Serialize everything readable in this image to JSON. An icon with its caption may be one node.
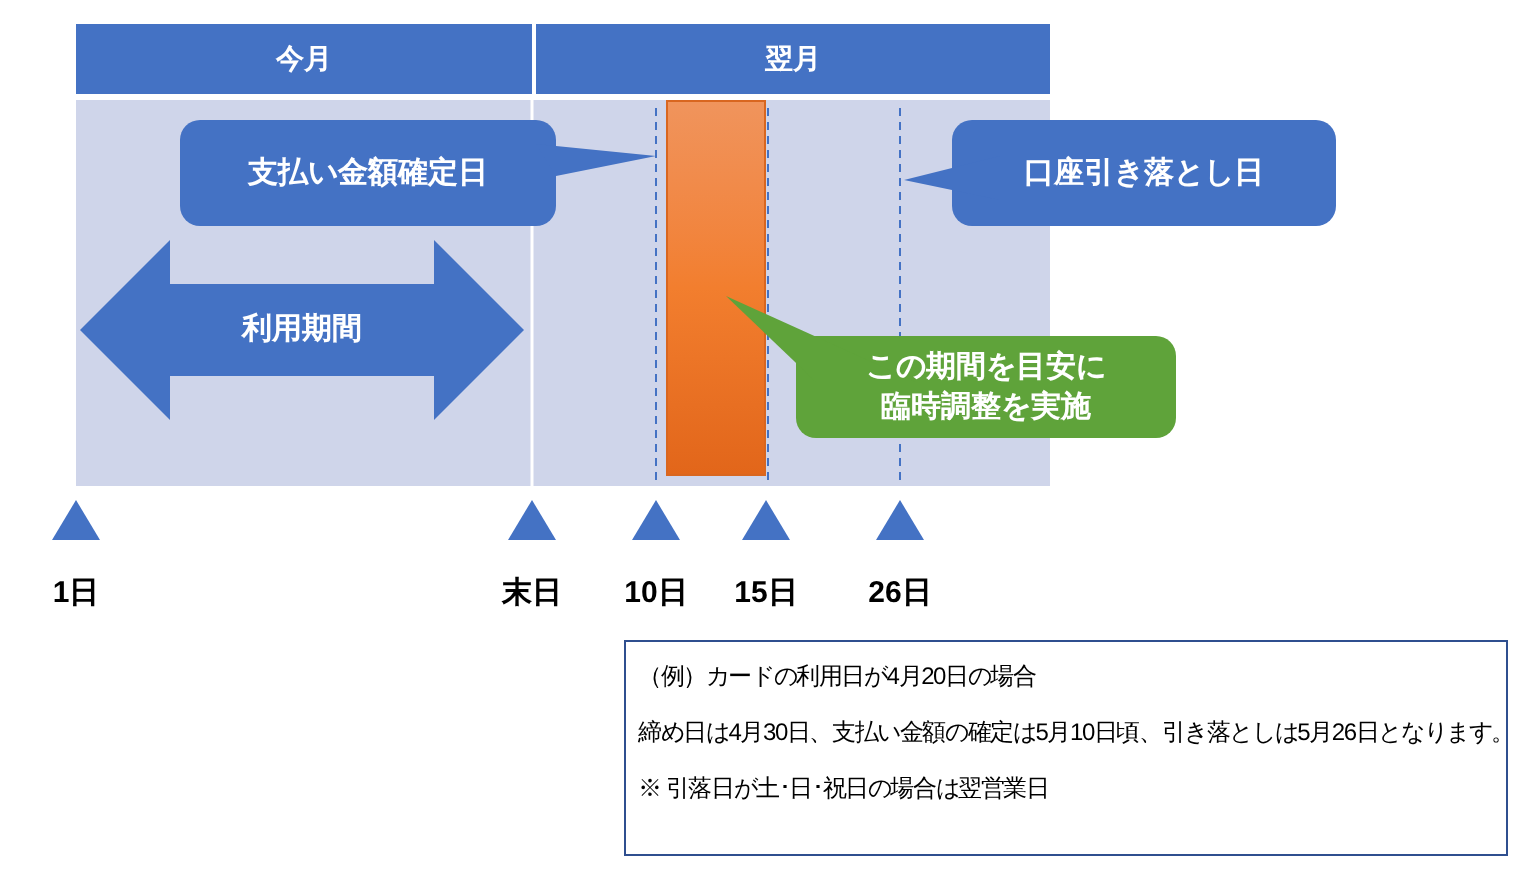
{
  "diagram": {
    "nodes": [
      {
        "text": [
          "今月"
        ]
      },
      {
        "text": [
          "翌月"
        ]
      },
      {
        "text": [
          "利用期間"
        ]
      },
      {
        "text": [
          "支払い金額確定日"
        ]
      },
      {
        "text": [],
        "shape": "bar"
      },
      {
        "text": [
          "口座引き落とし日"
        ]
      },
      {
        "text": [
          "この期間を目安に臨時調整を実施"
        ]
      },
      {
        "text": [
          "（例）カードの利用日が4月20日の場合",
          "締め日は4月30日、支払い金額の確定は5月10日頃、引き落としは5月26日となります。",
          "※ 引落日が土･日･祝日の場合は翌営業日"
        ]
      }
    ],
    "labels": [
      "1日",
      "末日",
      "10日",
      "15日",
      "26日"
    ]
  }
}
